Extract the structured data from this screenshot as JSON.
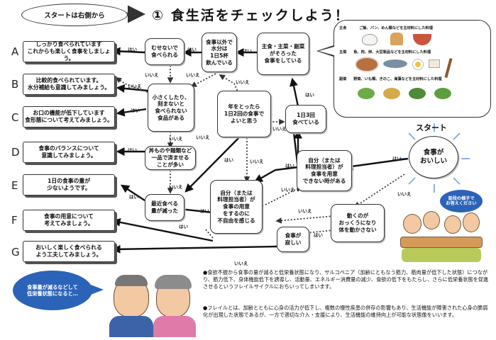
{
  "header": {
    "start_hint": "スタートは右側から",
    "title": "① 食生活をチェックしよう！"
  },
  "labels": {
    "yes": "はい",
    "no": "いいえ",
    "start": "スタート"
  },
  "results": [
    {
      "letter": "A",
      "text": "しっかり食べられています\nこれからも楽しく食事をしましょう。"
    },
    {
      "letter": "B",
      "text": "比較的食べられています。\n水分補給も意識してみましょう。"
    },
    {
      "letter": "C",
      "text": "お口の機能が低下しています\n食形態について考えてみましょう。"
    },
    {
      "letter": "D",
      "text": "食事のバランスについて\n意識してみましょう。"
    },
    {
      "letter": "E",
      "text": "1日の食事の量が\n少ないようです。"
    },
    {
      "letter": "F",
      "text": "食事の用意について\n考えてみましょう。"
    },
    {
      "letter": "G",
      "text": "おいしく楽しく食べられる\nよう工夫してみましょう。"
    }
  ],
  "questions": {
    "q_start": "食事が\nおいしい",
    "q_dining": "自分（または\n料理担当者）が\n食事を用意\nできない時がある",
    "q_move": "動くのが\nおっくうになり\n体を動かさない",
    "q_three": "1日3回\n食べている",
    "q_age": "年をとったら\n1日2回の食事で\nよいと思う",
    "q_staple": "主食・主菜・副菜\nがそろった\n食事をしている",
    "q_water": "食事以外で\n水分は\n1日5杯\n飲んでいる",
    "q_choke": "むせないで\n食べられる",
    "q_chew": "小さくしたり、\n刻まないと\n食べられない\n食品がある",
    "q_single": "丼ものや麺類など\n一品で済ませる\nことが多い",
    "q_less": "最近食べる\n量が減った",
    "q_inconv": "自分（または\n料理担当者）が\n食事の用意\nをするのに\n不自由を感じる",
    "q_lonely": "食事が\n寂しい"
  },
  "legend": {
    "rows": [
      {
        "name": "主食",
        "desc": "ご飯、パン、めん類などを主材料にした料理"
      },
      {
        "name": "主菜",
        "desc": "魚、肉、卵、大豆製品などを主材料にした料理"
      },
      {
        "name": "副菜",
        "desc": "野菜、いも類、きのこ、海藻などを主材料にした料理"
      }
    ]
  },
  "bubbles": {
    "right": "普段の様子で\nお答えください",
    "left": "食事量が減るなどして低栄養状態になると…"
  },
  "notes": [
    "●食欲不振から食事の量が減ると低栄養状態になり、サルコペニア（加齢にともなう筋力、筋肉量が低下した状態）につながり、筋力低下、身体機能低下を誘導し、活動量、エネルギー消費量の減少、食欲の低下をもたらし、さらに低栄養状態を促進させるというフレイルサイクルにおちいってしまいます。",
    "●フレイルとは、加齢とともに心身の活力が低下し、複数の慢性疾患の併存の影響もあり、生活機能が障害された心身の脆弱化が出現した状態であるが、一方で適切な介入・支援により、生活機能の維持向上が可能な状態像をいいます。"
  ],
  "colors": {
    "accent": "#3d6fb6",
    "bubble": "#2b63b8",
    "sun_ray": "#7fa8d6"
  }
}
